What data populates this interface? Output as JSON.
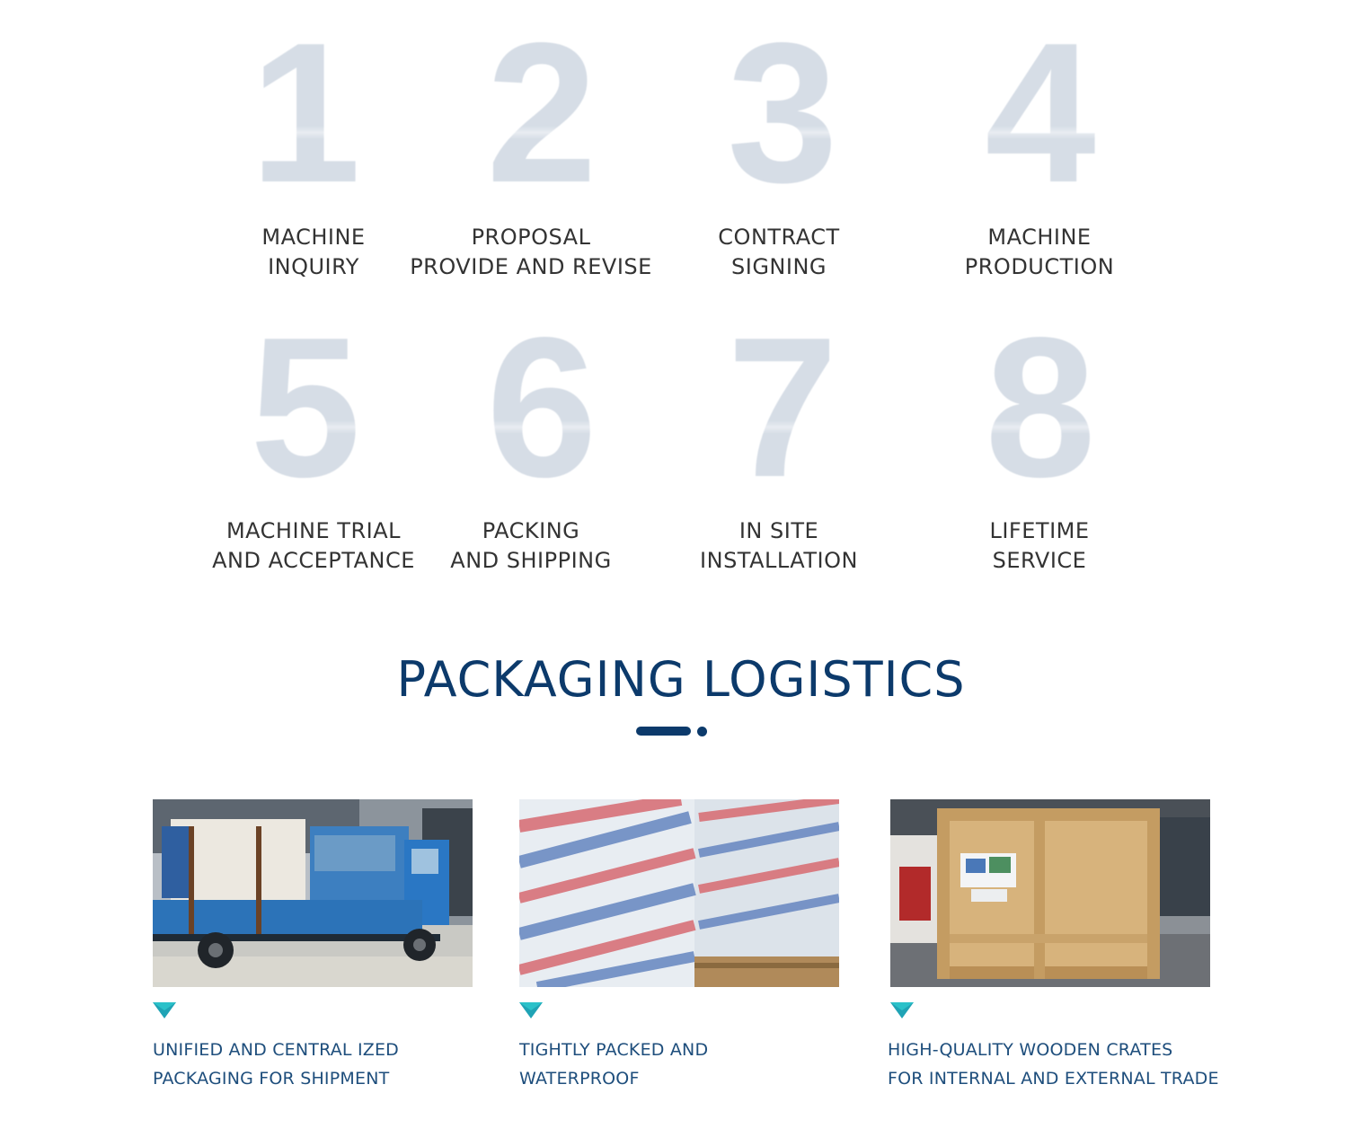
{
  "steps": [
    {
      "number": "1",
      "line1": "MACHINE",
      "line2": "INQUIRY"
    },
    {
      "number": "2",
      "line1": "PROPOSAL",
      "line2": "PROVIDE AND REVISE"
    },
    {
      "number": "3",
      "line1": "CONTRACT",
      "line2": "SIGNING"
    },
    {
      "number": "4",
      "line1": "MACHINE",
      "line2": "PRODUCTION"
    },
    {
      "number": "5",
      "line1": "MACHINE TRIAL",
      "line2": "AND ACCEPTANCE"
    },
    {
      "number": "6",
      "line1": "PACKING",
      "line2": "AND SHIPPING"
    },
    {
      "number": "7",
      "line1": "IN SITE",
      "line2": "INSTALLATION"
    },
    {
      "number": "8",
      "line1": "LIFETIME",
      "line2": "SERVICE"
    }
  ],
  "section": {
    "title": "PACKAGING LOGISTICS"
  },
  "cards": [
    {
      "line1": "UNIFIED AND CENTRAL IZED",
      "line2": "PACKAGING FOR SHIPMENT"
    },
    {
      "line1": "TIGHTLY PACKED AND",
      "line2": "WATERPROOF"
    },
    {
      "line1": "HIGH-QUALITY WOODEN CRATES",
      "line2": "FOR INTERNAL AND EXTERNAL TRADE"
    }
  ],
  "colors": {
    "number_gray": "#d6dde6",
    "label_text": "#333333",
    "title_navy": "#0c3a6b",
    "caption_blue": "#1e4e7c",
    "triangle_teal": "#1fa3b5"
  }
}
